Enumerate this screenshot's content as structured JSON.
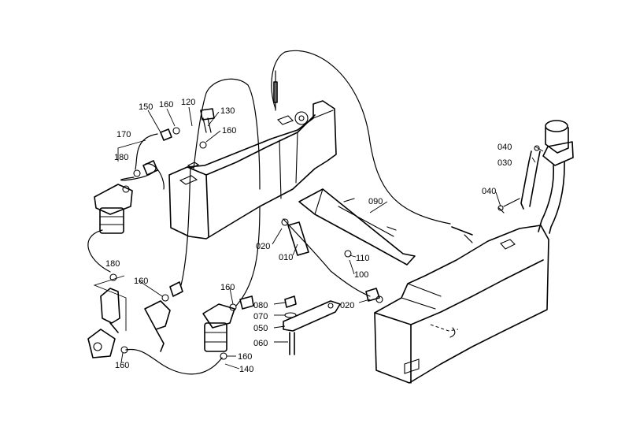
{
  "labels": {
    "l150": "150",
    "l160a": "160",
    "l120": "120",
    "l130": "130",
    "l160b": "160",
    "l170": "170",
    "l180a": "180",
    "l040a": "040",
    "l030": "030",
    "l040b": "040",
    "l090": "090",
    "l020a": "020",
    "l010": "010",
    "l110": "110",
    "l100": "100",
    "l180b": "180",
    "l160c": "160",
    "l160d": "160",
    "l080": "080",
    "l070": "070",
    "l050": "050",
    "l060": "060",
    "l020b": "020",
    "l160e": "160",
    "l140": "140",
    "l160f": "160"
  },
  "colors": {
    "line": "#000000",
    "background": "#ffffff"
  }
}
